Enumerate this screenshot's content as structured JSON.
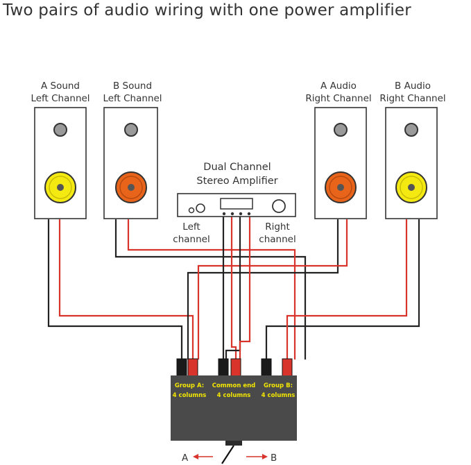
{
  "title": "Two pairs of audio wiring with one power amplifier",
  "speakers": [
    {
      "line1": "A Sound",
      "line2": "Left Channel",
      "woofer": "yellow"
    },
    {
      "line1": "B Sound",
      "line2": "Left Channel",
      "woofer": "orange"
    },
    {
      "line1": "A Audio",
      "line2": "Right Channel",
      "woofer": "orange"
    },
    {
      "line1": "B Audio",
      "line2": "Right Channel",
      "woofer": "yellow"
    }
  ],
  "amplifier": {
    "line1": "Dual Channel",
    "line2": "Stereo Amplifier"
  },
  "channels": {
    "left_1": "Left",
    "left_2": "channel",
    "right_1": "Right",
    "right_2": "channel"
  },
  "switch_box": {
    "group_a_1": "Group A:",
    "group_a_2": "4 columns",
    "common_1": "Common end",
    "common_2": "4 columns",
    "group_b_1": "Group B:",
    "group_b_2": "4 columns"
  },
  "selector": {
    "a": "A",
    "b": "B"
  },
  "colors": {
    "wire_red": "#d8342c",
    "wire_black": "#222222",
    "box": "#4a4a4a",
    "label_yellow": "#f2e600",
    "woofer_yellow": "#f4ea12",
    "woofer_orange": "#e8641a"
  }
}
